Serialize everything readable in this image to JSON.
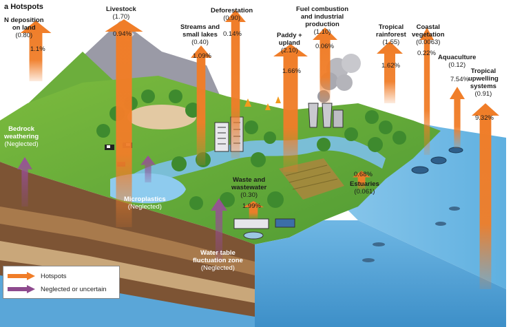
{
  "panel": {
    "letter": "a",
    "title": "Hotspots"
  },
  "colors": {
    "hotspot": "#f07d28",
    "neglected": "#8e4a8e",
    "ocean": "#4f9fd6",
    "land": "#5aa23e",
    "soil": "#8a5a3a"
  },
  "hotspots": [
    {
      "id": "n-deposition",
      "name_lines": [
        "N deposition",
        "on land"
      ],
      "value": "(0.80)",
      "percent": "1.1%"
    },
    {
      "id": "livestock",
      "name_lines": [
        "Livestock"
      ],
      "value": "(1.70)",
      "percent": "0.94%"
    },
    {
      "id": "streams",
      "name_lines": [
        "Streams and",
        "small lakes"
      ],
      "value": "(0.40)",
      "percent": "1.09%"
    },
    {
      "id": "deforestation",
      "name_lines": [
        "Deforestation"
      ],
      "value": "(0.90)",
      "percent": "0.14%"
    },
    {
      "id": "paddy",
      "name_lines": [
        "Paddy +",
        "upland"
      ],
      "value": "(2.10)",
      "percent": "1.66%"
    },
    {
      "id": "fuel",
      "name_lines": [
        "Fuel combustion",
        "and industrial",
        "production"
      ],
      "value": "(1.10)",
      "percent": "0.06%"
    },
    {
      "id": "rainforest",
      "name_lines": [
        "Tropical",
        "rainforest"
      ],
      "value": "(1.55)",
      "percent": "1.62%"
    },
    {
      "id": "coastal",
      "name_lines": [
        "Coastal",
        "vegetation"
      ],
      "value": "(0.0063)",
      "percent": "0.22%"
    },
    {
      "id": "aquaculture",
      "name_lines": [
        "Aquaculture"
      ],
      "value": "(0.12)",
      "percent": "7.54%"
    },
    {
      "id": "upwelling",
      "name_lines": [
        "Tropical",
        "upwelling",
        "systems"
      ],
      "value": "(0.91)",
      "percent": "9.32%"
    },
    {
      "id": "waste",
      "name_lines": [
        "Waste and",
        "wastewater"
      ],
      "value": "(0.30)",
      "percent": "1.99%"
    },
    {
      "id": "estuaries",
      "name_lines": [
        "Estuaries"
      ],
      "value": "(0.061)",
      "percent": "0.68%"
    }
  ],
  "neglected": [
    {
      "id": "bedrock",
      "name_lines": [
        "Bedrock",
        "weathering"
      ],
      "value": "(Neglected)"
    },
    {
      "id": "microplastics",
      "name_lines": [
        "Microplastics"
      ],
      "value": "(Neglected)"
    },
    {
      "id": "water-table",
      "name_lines": [
        "Water table",
        "fluctuation zone"
      ],
      "value": "(Neglected)"
    }
  ],
  "legend": {
    "hotspots": "Hotspots",
    "neglected": "Neglected or uncertain"
  }
}
